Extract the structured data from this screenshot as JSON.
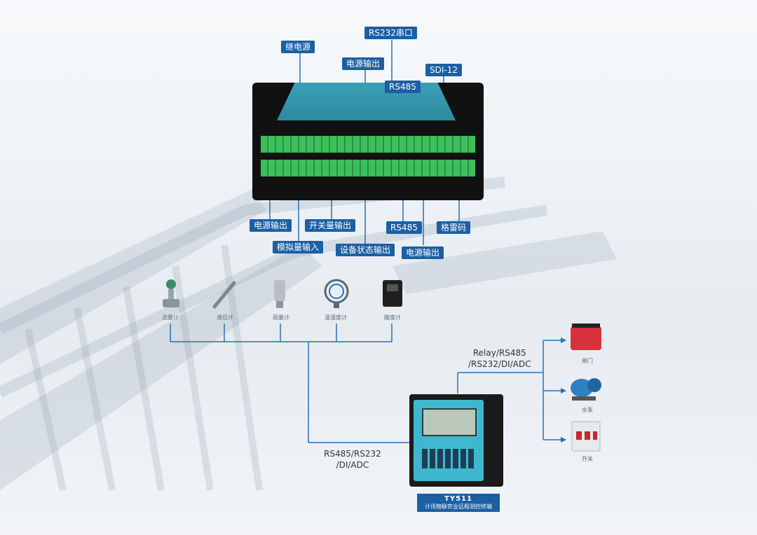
{
  "controller_labels": {
    "rs232_serial": "RS232串口",
    "relay_power": "继电源",
    "power_output_top": "电源输出",
    "rs485_top": "RS485",
    "sdi12": "SDI-12",
    "power_output_left": "电源输出",
    "switch_output": "开关量输出",
    "analog_input": "模拟量输入",
    "device_status_output": "设备状态输出",
    "rs485_bottom": "RS485",
    "power_output_bottom": "电源输出",
    "gray_code": "格雷码"
  },
  "sensors": [
    {
      "label": "流量计",
      "icon": "flow-meter-icon"
    },
    {
      "label": "液位计",
      "icon": "level-gauge-icon"
    },
    {
      "label": "雨量计",
      "icon": "rain-gauge-icon"
    },
    {
      "label": "温湿度计",
      "icon": "thermo-hygrometer-icon"
    },
    {
      "label": "酸度计",
      "icon": "ph-meter-icon"
    }
  ],
  "actuators": [
    {
      "label": "闸门",
      "icon": "gate-valve-icon"
    },
    {
      "label": "水泵",
      "icon": "water-pump-icon"
    },
    {
      "label": "开关",
      "icon": "circuit-breaker-icon"
    }
  ],
  "connections": {
    "output_line1": "Relay/RS485",
    "output_line2": "/RS232/DI/ADC",
    "input_line1": "RS485/RS232",
    "input_line2": "/DI/ADC"
  },
  "terminal": {
    "model": "TY511",
    "subtitle": "计讯物联农业远程测控终端"
  },
  "colors": {
    "label_bg": "#1c5fa3",
    "line": "#2a6fb5",
    "terminal_face": "#3fb8cf",
    "terminal_block": "#3cbf5a"
  }
}
